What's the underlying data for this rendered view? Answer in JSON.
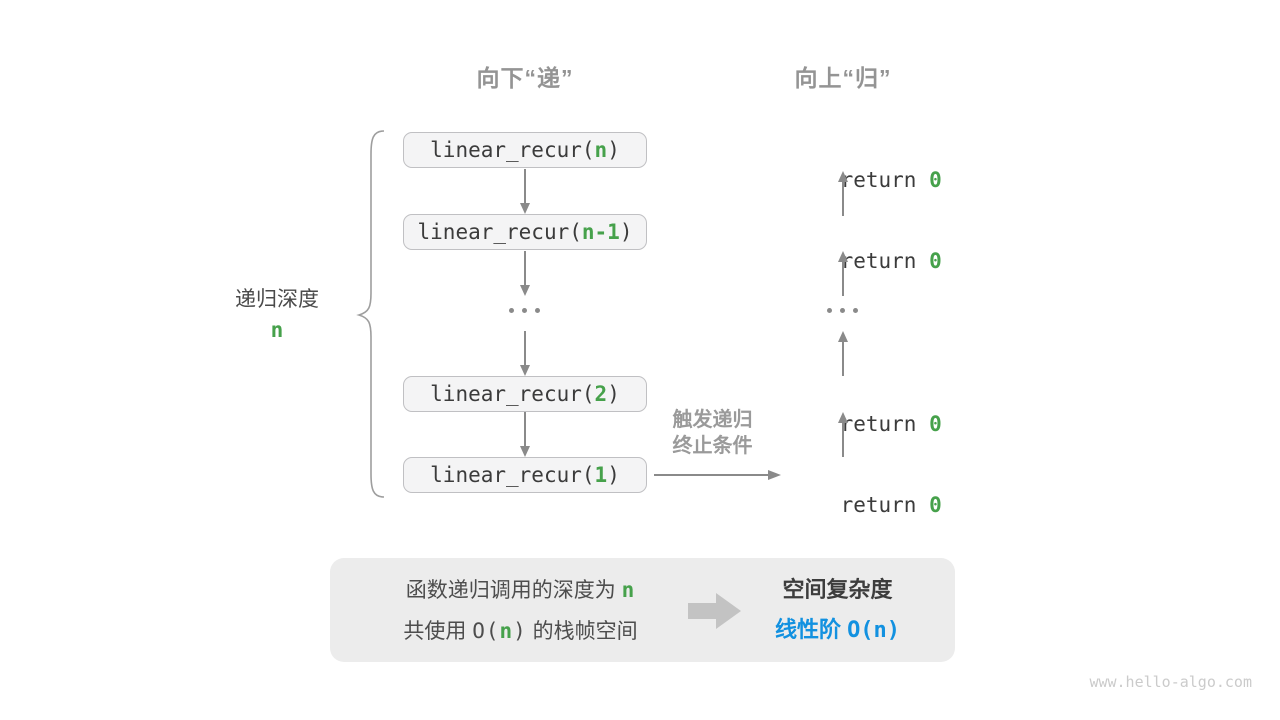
{
  "headers": {
    "down": "向下“递”",
    "up": "向上“归”"
  },
  "depth": {
    "label": "递归深度",
    "value": "n"
  },
  "calls": [
    {
      "prefix": "linear_recur(",
      "arg": "n",
      "suffix": ")"
    },
    {
      "prefix": "linear_recur(",
      "arg": "n-1",
      "suffix": ")"
    },
    {
      "prefix": "linear_recur(",
      "arg": "2",
      "suffix": ")"
    },
    {
      "prefix": "linear_recur(",
      "arg": "1",
      "suffix": ")"
    }
  ],
  "returns": [
    {
      "kw": "return ",
      "val": "0"
    },
    {
      "kw": "return ",
      "val": "0"
    },
    {
      "kw": "return ",
      "val": "0"
    },
    {
      "kw": "return ",
      "val": "0"
    }
  ],
  "trigger": {
    "line1": "触发递归",
    "line2": "终止条件"
  },
  "summary": {
    "line1_text": "函数递归调用的深度为 ",
    "line1_value": "n",
    "line2_text1": "共使用 ",
    "line2_code_open": "O(",
    "line2_value": "n",
    "line2_code_close": ")",
    "line2_text2": " 的栈帧空间",
    "result_title": "空间复杂度",
    "result_prefix": "线性阶 ",
    "result_code": "O(n)"
  },
  "watermark": "www.hello-algo.com",
  "colors": {
    "accent_green": "#46a14b",
    "accent_blue": "#1291e0",
    "heading_gray": "#949494",
    "arrow_gray": "#8a8a8a",
    "box_bg": "#f4f4f5",
    "summary_bg": "#ececec"
  }
}
